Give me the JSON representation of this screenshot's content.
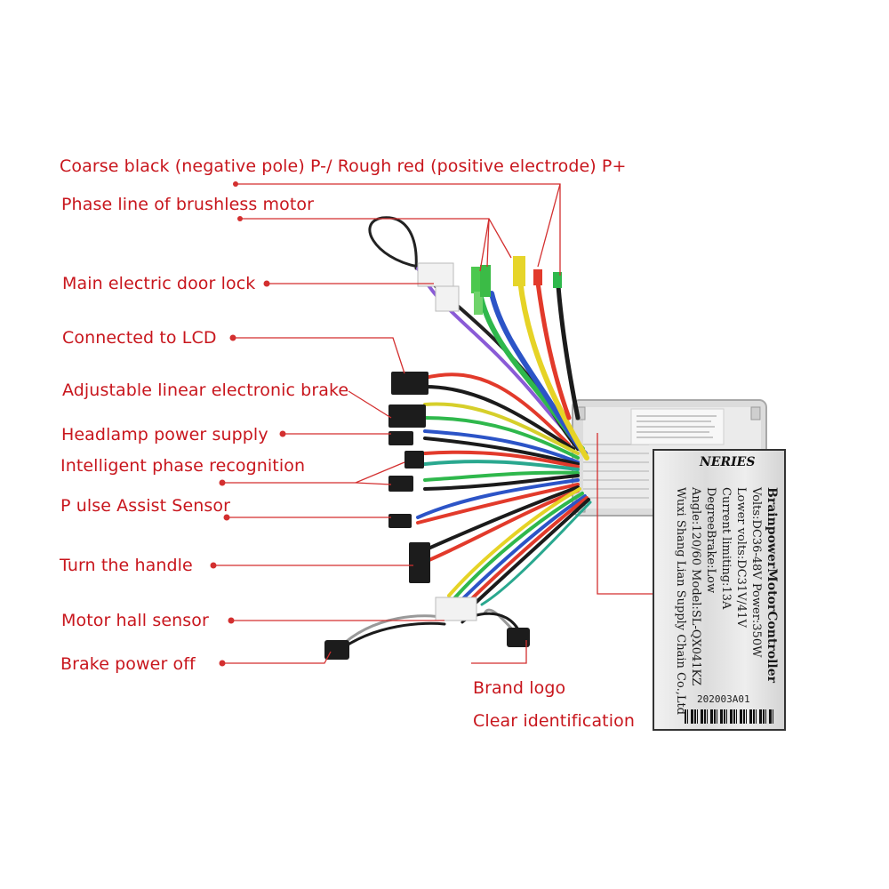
{
  "labels": {
    "power_leads": "Coarse black (negative pole) P-/ Rough red (positive electrode) P+",
    "phase_line": "Phase line of brushless motor",
    "door_lock": "Main electric door lock",
    "lcd": "Connected to LCD",
    "linear_brake": "Adjustable linear electronic brake",
    "headlamp": "Headlamp power supply",
    "phase_recognition": "Intelligent phase recognition",
    "pulse_sensor": "P ulse Assist Sensor",
    "handle": "Turn the handle",
    "hall_sensor": "Motor hall sensor",
    "brake_power": "Brake power off",
    "brand_logo": "Brand logo",
    "clear_id": "Clear identification"
  },
  "nameplate": {
    "brand": "NERIES",
    "title": "BrainpowerMotorController",
    "line1": "Volts:DC36-48V   Power:350W",
    "line2": "Lower volts:DC31V/41V",
    "line3": "Current limiting:13A",
    "line4": "DegreeBrake:Low",
    "line5": "Angle:120/60  Model:SL-QX041KZ",
    "line6": "Wuxi Shang Lian Supply Chain Co.,Ltd",
    "batch": "202003A01"
  },
  "colors": {
    "label_red": "#c8161d",
    "leader_red": "#d32f2f"
  }
}
